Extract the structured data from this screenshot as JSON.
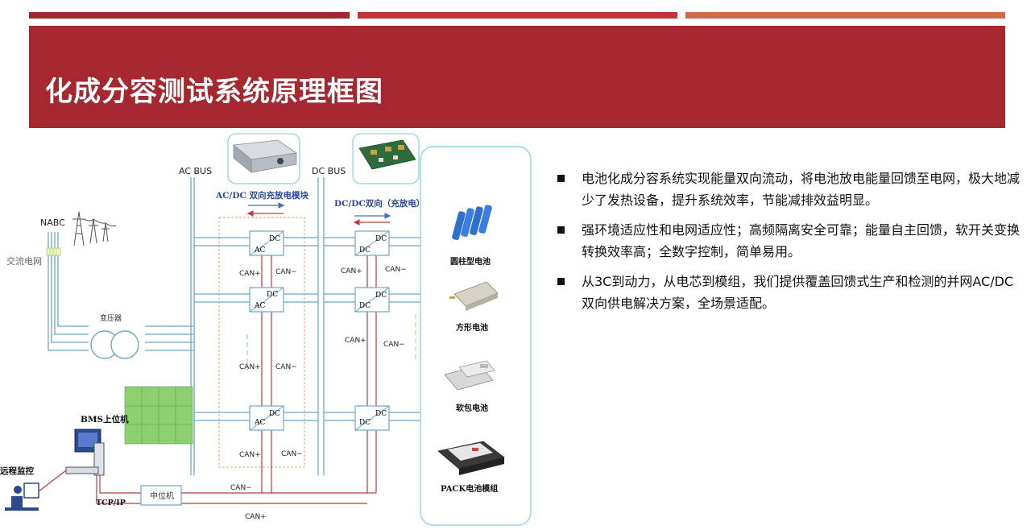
{
  "title": "化成分容测试系统原理框图",
  "diagram": {
    "ac_bus": "AC BUS",
    "dc_bus": "DC BUS",
    "nabc": "NABC",
    "grid": "交流电网",
    "transformer": "变压器",
    "acdc_module": "AC/DC 双向充放电模块",
    "dcdc_module": "DC/DC双向（充放电）",
    "block_dc": "DC",
    "block_ac": "AC",
    "can_plus": "CAN+",
    "can_minus": "CAN−",
    "bms_host": "BMS上位机",
    "remote": "远程监控",
    "tcp_ip": "TCP/IP",
    "mid_unit": "中位机",
    "batteries": [
      "圆柱型电池",
      "方形电池",
      "软包电池",
      "PACK电池模组"
    ]
  },
  "bullets": [
    "电池化成分容系统实现能量双向流动，将电池放电能量回馈至电网，极大地减少了发热设备，提升系统效率，节能减排效益明显。",
    "强环境适应性和电网适应性；高频隔离安全可靠；能量自主回馈，软开关变换转换效率高；全数字控制，简单易用。",
    "从3C到动力，从电芯到模组，我们提供覆盖回馈式生产和检测的并网AC/DC双向供电解决方案，全场景适配。"
  ],
  "colors": {
    "banner": "#a5282f",
    "bar1": "#a3262e",
    "bar2": "#c6313a",
    "bar3": "#d0684a",
    "line_blue": "#6aa8c8",
    "line_red": "#c0393b",
    "box_cyan": "#8fd3df"
  }
}
